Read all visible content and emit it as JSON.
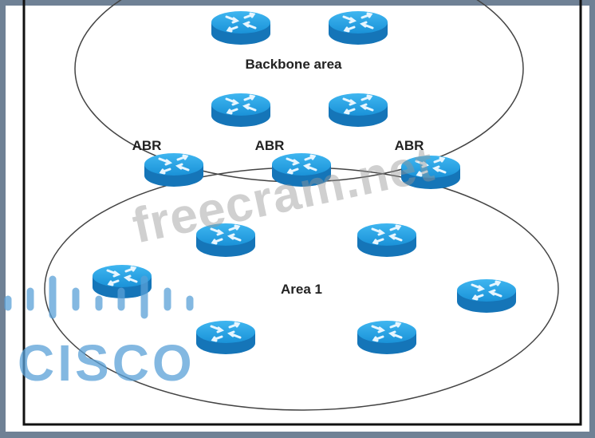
{
  "diagram": {
    "backbone_label": "Backbone area",
    "area1_label": "Area 1",
    "abr_labels": [
      "ABR",
      "ABR",
      "ABR"
    ],
    "router_color": "#1a8fd6",
    "router_count": 13
  },
  "watermarks": {
    "site": "freecram.net",
    "logo": "CISCO"
  }
}
